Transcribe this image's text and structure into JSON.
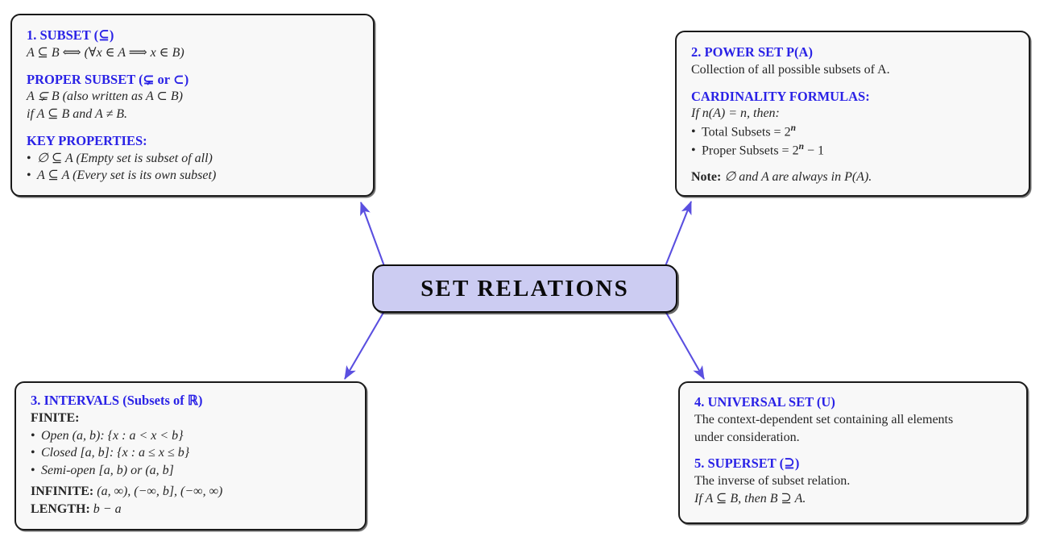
{
  "diagram": {
    "title": "SET RELATIONS",
    "center_label": "SET RELATIONS",
    "colors": {
      "heading": "#2a22e6",
      "body": "#262626",
      "box_fill": "#f8f8f8",
      "box_border": "#1a1a1a",
      "center_fill": "#ccccf2",
      "arrow": "#5a4fe0"
    }
  },
  "boxes": {
    "subset": {
      "heading": "1. SUBSET (⊆)",
      "line1": "A ⊆ B ⟺ (∀x ∈ A ⟹ x ∈ B)",
      "sub_heading": "PROPER SUBSET (⊊ or ⊂)",
      "line2": "A ⊊ B (also written as A ⊂ B)",
      "line3": "if A ⊆ B and A ≠ B.",
      "props_heading": "KEY PROPERTIES:",
      "prop1": "∅ ⊆ A (Empty set is subset of all)",
      "prop2": "A ⊆ A (Every set is its own subset)"
    },
    "power_set": {
      "heading": "2. POWER SET P(A)",
      "line1": "Collection of all possible subsets of A.",
      "card_heading": "CARDINALITY FORMULAS:",
      "line2": "If n(A) = n, then:",
      "bullet1_pre": "Total Subsets = 2",
      "bullet1_sup": "n",
      "bullet2_pre": "Proper Subsets = 2",
      "bullet2_sup": "n",
      "bullet2_post": " − 1",
      "note_label": "Note:",
      "note_text": "∅ and A are always in P(A)."
    },
    "intervals": {
      "heading": "3. INTERVALS (Subsets of ℝ)",
      "finite_label": "FINITE:",
      "bullet1": "Open (a, b): {x : a < x < b}",
      "bullet2": "Closed [a, b]: {x : a ≤ x ≤ b}",
      "bullet3": "Semi-open [a, b) or (a, b]",
      "infinite_label": "INFINITE:",
      "infinite_value": "(a, ∞), (−∞, b], (−∞, ∞)",
      "length_label": "LENGTH:",
      "length_value": "b − a"
    },
    "universal": {
      "heading": "4. UNIVERSAL SET (U)",
      "line1": "The context-dependent set containing all elements",
      "line2": "under consideration.",
      "superset_heading": "5. SUPERSET (⊇)",
      "line3": "The inverse of subset relation.",
      "line4": "If A ⊆ B, then B ⊇ A."
    }
  },
  "arrows": [
    {
      "name": "center-to-subset",
      "from": "center",
      "to": "subset"
    },
    {
      "name": "center-to-power-set",
      "from": "center",
      "to": "power_set"
    },
    {
      "name": "center-to-intervals",
      "from": "center",
      "to": "intervals"
    },
    {
      "name": "center-to-universal",
      "from": "center",
      "to": "universal"
    }
  ]
}
